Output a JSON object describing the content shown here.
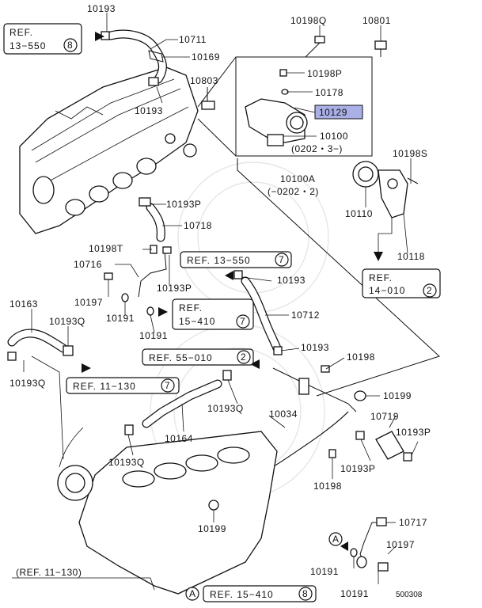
{
  "labels": {
    "p10193_top": "10193",
    "p10711": "10711",
    "p10169": "10169",
    "p10193_a": "10193",
    "p10803": "10803",
    "p10198Q": "10198Q",
    "p10801": "10801",
    "p10198P": "10198P",
    "p10178": "10178",
    "p10129": "10129",
    "p10100": "10100",
    "p10100_note": "(0202・3−)",
    "p10100A": "10100A",
    "p10100A_note": "(−0202・2)",
    "p10198S": "10198S",
    "p10110": "10110",
    "p10118": "10118",
    "p10193P_a": "10193P",
    "p10718": "10718",
    "p10198T": "10198T",
    "p10716": "10716",
    "p10193P_b": "10193P",
    "p10197_a": "10197",
    "p10191_a": "10191",
    "p10191_b": "10191",
    "p10193_b": "10193",
    "p10712": "10712",
    "p10163": "10163",
    "p10193Q_a": "10193Q",
    "p10193Q_b": "10193Q",
    "p10193_c": "10193",
    "p10198": "10198",
    "p10199_a": "10199",
    "p10193Q_c": "10193Q",
    "p10034": "10034",
    "p10164": "10164",
    "p10193Q_d": "10193Q",
    "p10719": "10719",
    "p10193P_c": "10193P",
    "p10193P_d": "10193P",
    "p10198_b": "10198",
    "p10199_b": "10199",
    "p10717": "10717",
    "p10197_b": "10197",
    "p10191_c": "10191",
    "p10191_d": "10191",
    "ref_11_130_bottom": "(REF. 11−130)",
    "marker_a": "A",
    "marker_a_bottom": "A",
    "diagram_code": "500308"
  },
  "refs": {
    "ref_13_550_top": {
      "text": "REF.",
      "text2": "13−550",
      "num": "8"
    },
    "ref_13_550": {
      "text": "REF. 13−550",
      "num": "7"
    },
    "ref_14_010": {
      "text": "REF.",
      "text2": "14−010",
      "num": "2"
    },
    "ref_15_410": {
      "text": "REF.",
      "text2": "15−410",
      "num": "7"
    },
    "ref_55_010": {
      "text": "REF. 55−010",
      "num": "2"
    },
    "ref_11_130": {
      "text": "REF. 11−130",
      "num": "7"
    },
    "ref_15_410_bottom": {
      "text": "REF. 15−410",
      "num": "8"
    }
  },
  "colors": {
    "highlight": "#aab0e6",
    "ink": "#111111"
  }
}
